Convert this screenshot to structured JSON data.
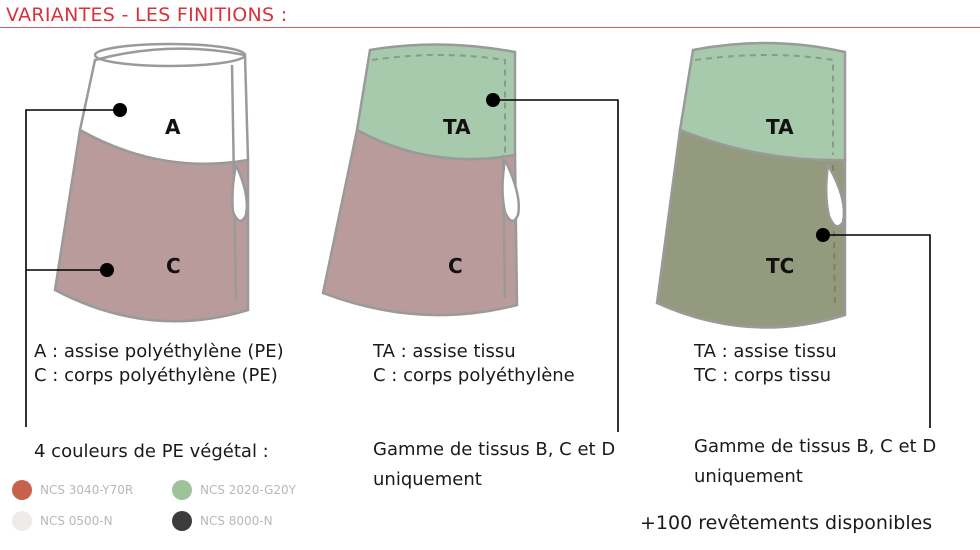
{
  "title": "VARIANTES - LES FINITIONS :",
  "colors": {
    "title": "#d8323c",
    "pe_body": "#b99b9c",
    "white_seat": "#ffffff",
    "fabric_green": "#a7c9ac",
    "fabric_olive": "#939a7d",
    "outline": "#9a9a9a"
  },
  "variants": [
    {
      "seat_label": "A",
      "body_label": "C",
      "lines": [
        "A : assise polyéthylène (PE)",
        "C : corps polyéthylène (PE)"
      ]
    },
    {
      "seat_label": "TA",
      "body_label": "C",
      "lines": [
        "TA : assise tissu",
        "C : corps polyéthylène"
      ],
      "note": "Gamme de tissus B, C et D uniquement"
    },
    {
      "seat_label": "TA",
      "body_label": "TC",
      "lines": [
        "TA : assise tissu",
        "TC : corps tissu"
      ],
      "note": "Gamme de tissus B, C et D uniquement"
    }
  ],
  "pe_colors": {
    "heading": "4 couleurs de PE végétal :",
    "items": [
      {
        "name": "NCS 3040-Y70R",
        "color": "#c8614c"
      },
      {
        "name": "NCS 2020-G20Y",
        "color": "#9ec29a"
      },
      {
        "name": "NCS 0500-N",
        "color": "#eeece8"
      },
      {
        "name": "NCS 8000-N",
        "color": "#3c3c3c"
      }
    ]
  },
  "footer": "+100 revêtements disponibles"
}
